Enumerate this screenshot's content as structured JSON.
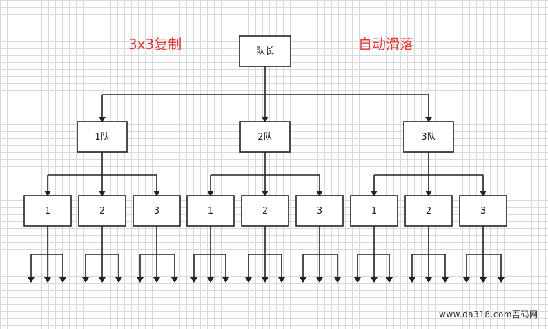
{
  "captions": {
    "left": "3x3复制",
    "right": "自动滑落"
  },
  "tree": {
    "root": "队长",
    "teams": [
      {
        "label": "1队",
        "members": [
          "1",
          "2",
          "3"
        ]
      },
      {
        "label": "2队",
        "members": [
          "1",
          "2",
          "3"
        ]
      },
      {
        "label": "3队",
        "members": [
          "1",
          "2",
          "3"
        ]
      }
    ]
  },
  "watermark": "www.da318.com吾码网",
  "colors": {
    "caption": "#e03c3c",
    "line": "#222222",
    "grid": "#d9d9d9"
  }
}
